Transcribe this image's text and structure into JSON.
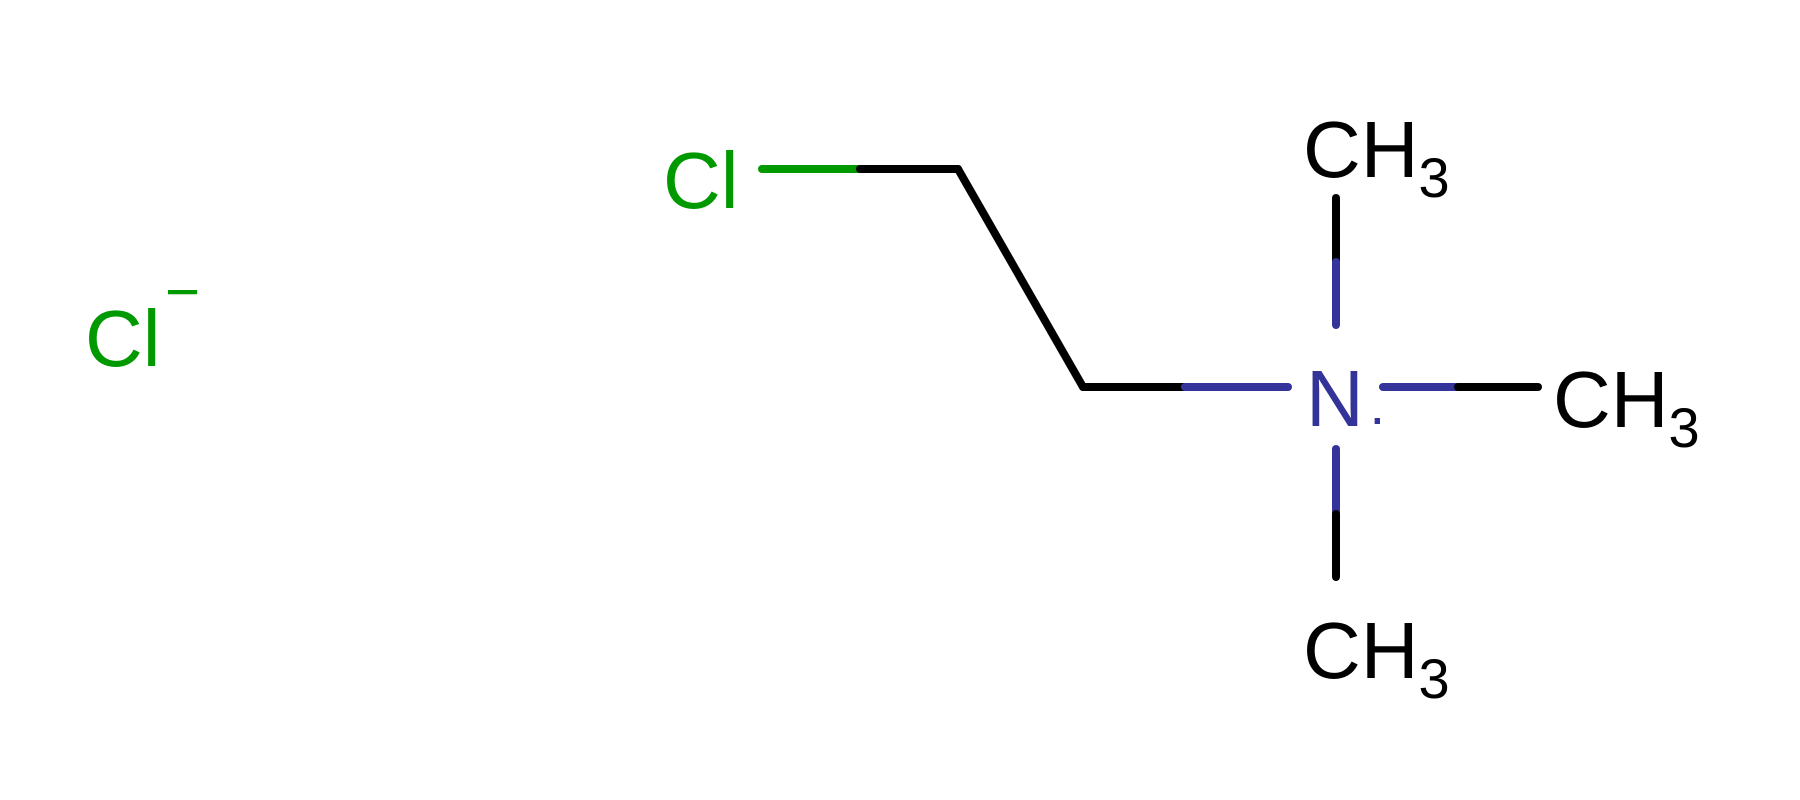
{
  "colors": {
    "carbon": "#000000",
    "chlorine": "#009900",
    "nitrogen": "#333399"
  },
  "atoms": {
    "chloride_ion": {
      "symbol": "Cl",
      "charge": "−"
    },
    "chlorine": {
      "symbol": "Cl"
    },
    "nitrogen": {
      "symbol": "N",
      "radical": "·"
    },
    "methyl_top": {
      "symbol": "CH",
      "subscript": "3"
    },
    "methyl_right": {
      "symbol": "CH",
      "subscript": "3"
    },
    "methyl_bottom": {
      "symbol": "CH",
      "subscript": "3"
    }
  }
}
